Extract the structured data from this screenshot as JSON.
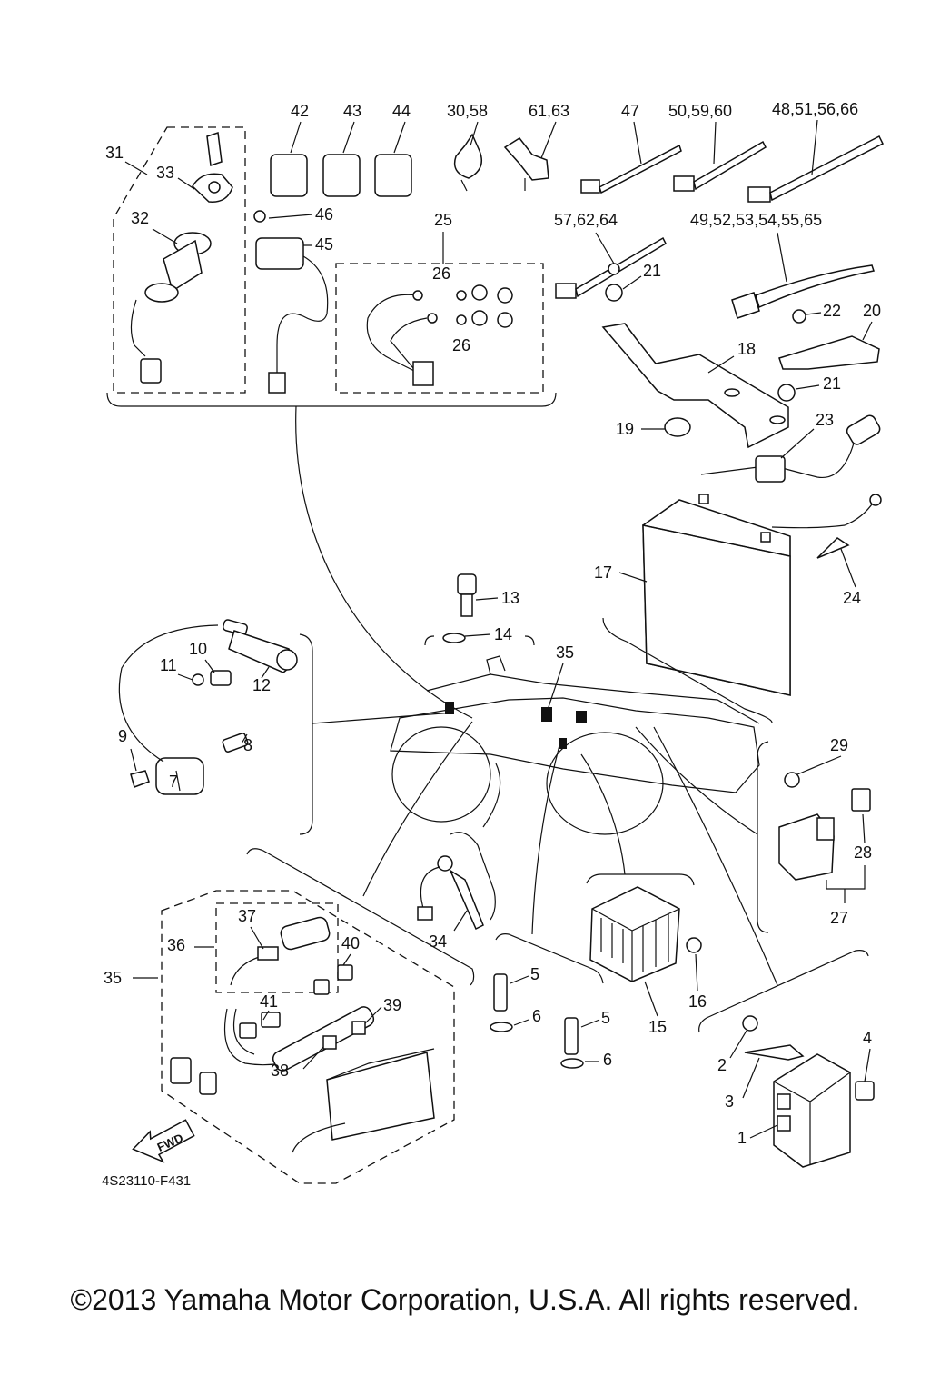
{
  "labels": {
    "l1": "1",
    "l2": "2",
    "l3": "3",
    "l4": "4",
    "l5a": "5",
    "l5b": "5",
    "l6a": "6",
    "l6b": "6",
    "l7": "7",
    "l8": "8",
    "l9": "9",
    "l10": "10",
    "l11": "11",
    "l12": "12",
    "l13": "13",
    "l14": "14",
    "l15": "15",
    "l16": "16",
    "l17": "17",
    "l18": "18",
    "l19": "19",
    "l20": "20",
    "l21a": "21",
    "l21b": "21",
    "l22": "22",
    "l23": "23",
    "l24": "24",
    "l25": "25",
    "l26a": "26",
    "l26b": "26",
    "l27": "27",
    "l28": "28",
    "l29": "29",
    "l30": "30,58",
    "l31": "31",
    "l32": "32",
    "l33": "33",
    "l34": "34",
    "l35a": "35",
    "l35b": "35",
    "l36": "36",
    "l37": "37",
    "l38": "38",
    "l39": "39",
    "l40": "40",
    "l41": "41",
    "l42": "42",
    "l43": "43",
    "l44": "44",
    "l45": "45",
    "l46": "46",
    "l47": "47",
    "l48": "48,51,56,66",
    "l49": "49,52,53,54,55,65",
    "l50": "50,59,60",
    "l57": "57,62,64",
    "l61": "61,63"
  },
  "fwd_label": "FWD",
  "diagram_code": "4S23110-F431",
  "copyright": "©2013 Yamaha Motor Corporation, U.S.A. All rights reserved."
}
